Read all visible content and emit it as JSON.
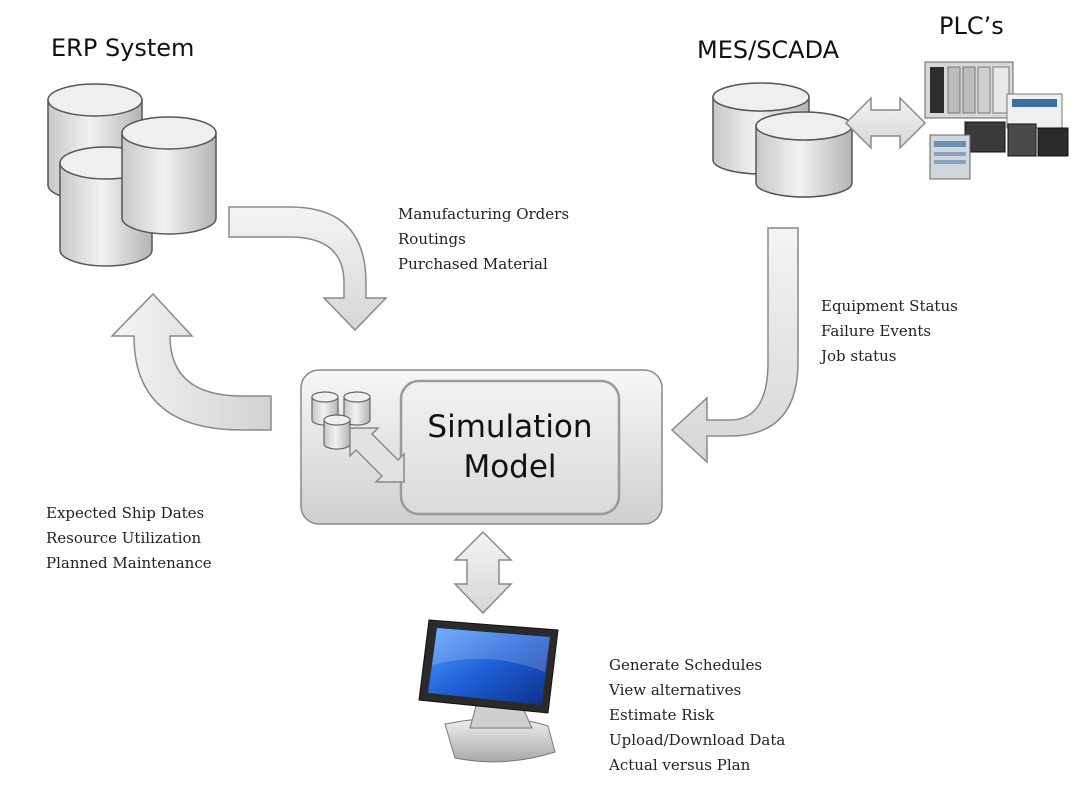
{
  "systems": {
    "erp": {
      "title": "ERP System"
    },
    "mes": {
      "title": "MES/SCADA"
    },
    "plc": {
      "title": "PLC’s"
    }
  },
  "simulation": {
    "line1": "Simulation",
    "line2": "Model"
  },
  "flows": {
    "erp_to_sim": [
      "Manufacturing Orders",
      "Routings",
      "Purchased Material"
    ],
    "mes_to_sim": [
      "Equipment Status",
      "Failure Events",
      "Job status"
    ],
    "sim_to_erp": [
      "Expected Ship Dates",
      "Resource Utilization",
      "Planned Maintenance"
    ],
    "user_actions": [
      "Generate Schedules",
      "View alternatives",
      "Estimate Risk",
      "Upload/Download Data",
      "Actual versus Plan"
    ]
  },
  "colors": {
    "arrow_fill": "#e4e4e4",
    "arrow_stroke": "#8a8a8a",
    "db_fill": "#dcdcdc",
    "monitor_screen": "#1f5fd6",
    "monitor_frame": "#2a2a2a"
  },
  "icons": [
    "database-icon",
    "plc-hardware-icon",
    "computer-monitor-icon",
    "double-arrow-icon"
  ]
}
